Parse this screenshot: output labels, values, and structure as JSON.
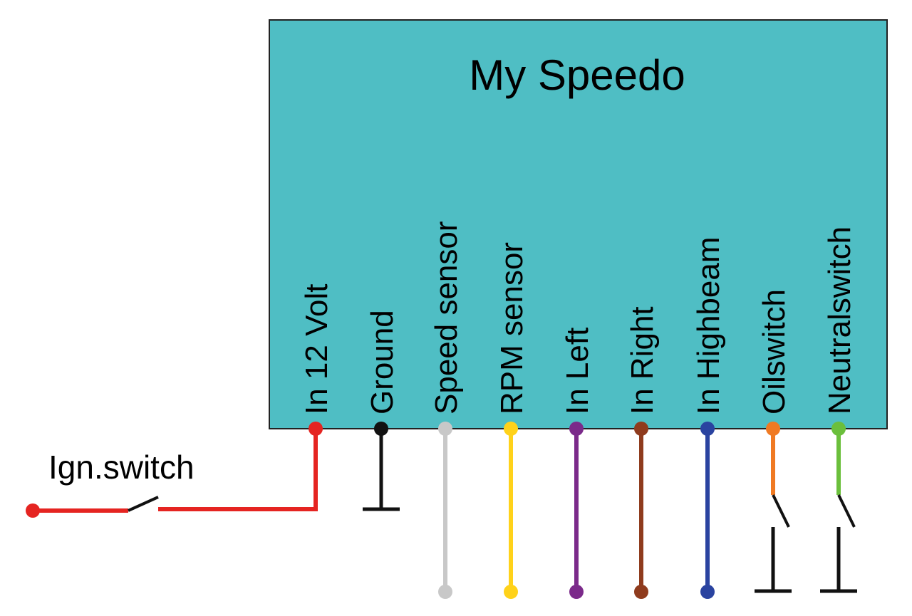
{
  "diagram": {
    "title": "My Speedo",
    "box_color": "#4fbec4",
    "ignition_label": "Ign.switch",
    "pins": [
      {
        "label": "In 12 Volt",
        "color": "#e52421",
        "end": "ignition"
      },
      {
        "label": "Ground",
        "color": "#111111",
        "end": "ground"
      },
      {
        "label": "Speed sensor",
        "color": "#c8c8c8",
        "end": "dot"
      },
      {
        "label": "RPM sensor",
        "color": "#ffd21a",
        "end": "dot"
      },
      {
        "label": "In Left",
        "color": "#7b2a8a",
        "end": "dot"
      },
      {
        "label": "In Right",
        "color": "#8f3b1d",
        "end": "dot"
      },
      {
        "label": "In Highbeam",
        "color": "#2a43a0",
        "end": "dot"
      },
      {
        "label": "Oilswitch",
        "color": "#f07a23",
        "end": "switch-ground"
      },
      {
        "label": "Neutralswitch",
        "color": "#6bbf3c",
        "end": "switch-ground"
      }
    ]
  }
}
